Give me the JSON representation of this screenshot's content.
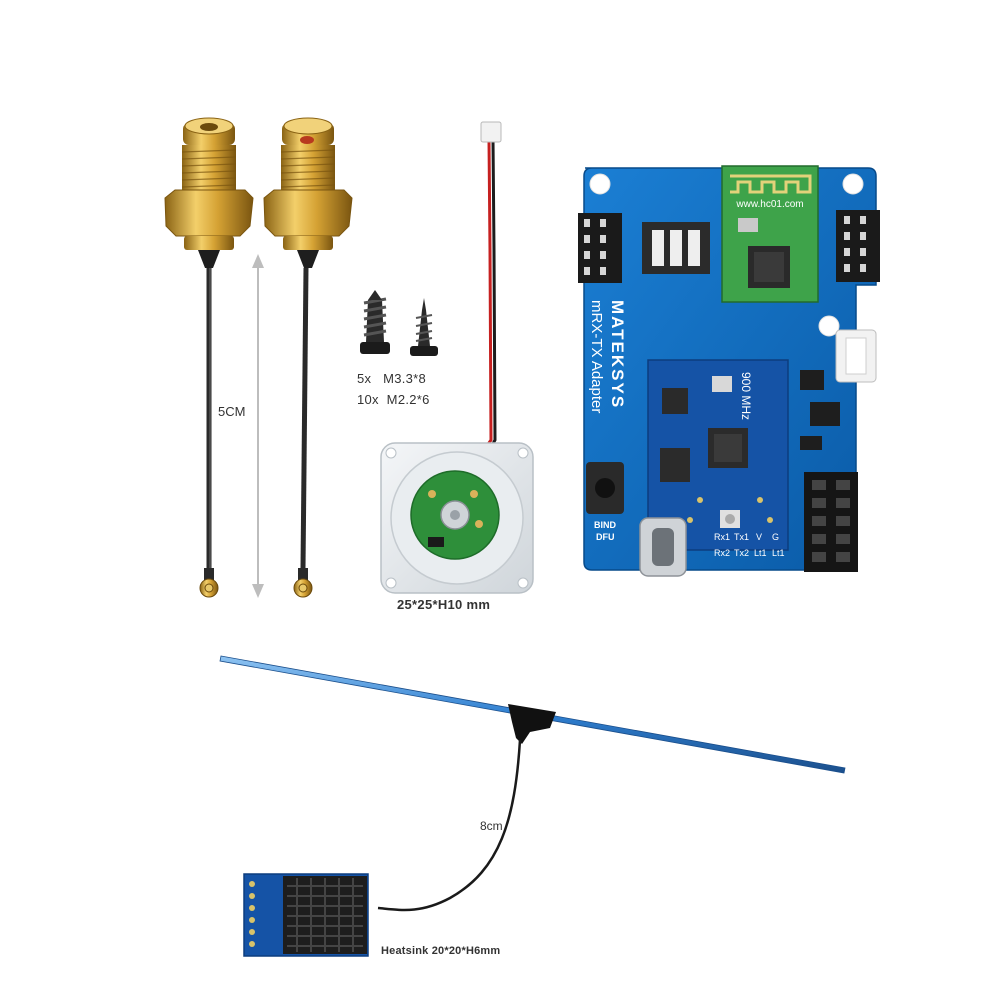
{
  "labels": {
    "cable_length": "5CM",
    "screw_line_1": "5x   M3.3*8",
    "screw_line_2": "10x  M2.2*6",
    "fan_size": "25*25*H10 mm",
    "antenna_cable": "8cm",
    "heatsink": "Heatsink 20*20*H6mm"
  },
  "board": {
    "brand": "MATEKSYS",
    "name": "mRX-TX Adapter",
    "module_url": "www.hc01.com",
    "freq": "900 MHz",
    "bind_label": "BIND",
    "dfu_label": "DFU",
    "pin_labels": [
      "Rx1",
      "Tx1",
      "V",
      "G",
      "Rx2",
      "Tx2",
      "Lt1",
      "Lt1"
    ]
  },
  "colors": {
    "board_blue": "#0b6bc0",
    "module_green": "#3ea34a",
    "gold": "#d9a93a",
    "antenna_blue": "#2f7fd0"
  }
}
